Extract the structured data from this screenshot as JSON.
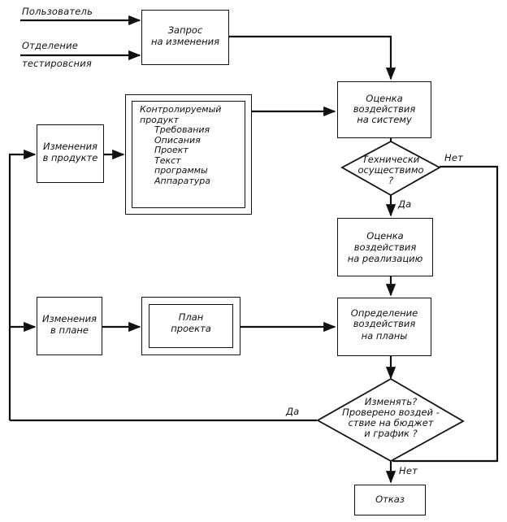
{
  "diagram": {
    "inputs": {
      "user": "Пользователь",
      "testing_dept_line1": "Отделение",
      "testing_dept_line2": "тестировсния"
    },
    "nodes": {
      "change_request": [
        "Запрос",
        "на изменения"
      ],
      "system_impact": [
        "Оценка",
        "воздействия",
        "на систему"
      ],
      "feasible_decision": [
        "Технически",
        "осуществимо",
        "?"
      ],
      "implementation_impact": [
        "Оценка",
        "воздействия",
        "на реализацию"
      ],
      "plan_impact": [
        "Определение",
        "воздействия",
        "на планы"
      ],
      "change_decision": [
        "Изменять?",
        "Проверено воздей -",
        "ствие на бюджет",
        "и график ?"
      ],
      "reject": "Отказ",
      "product_changes": [
        "Изменения",
        "в продукте"
      ],
      "plan_changes": [
        "Изменения",
        "в плане"
      ],
      "project_plan": [
        "План",
        "проекта"
      ],
      "controlled_product": {
        "title": [
          "Контролируемый",
          "продукт"
        ],
        "items": [
          "Требования",
          "Описания",
          "Проект",
          "Текст",
          "программы",
          "Аппаратура"
        ]
      }
    },
    "edge_labels": {
      "feasible_no": "Нет",
      "feasible_yes": "Да",
      "change_yes": "Да",
      "change_no": "Нет"
    }
  }
}
